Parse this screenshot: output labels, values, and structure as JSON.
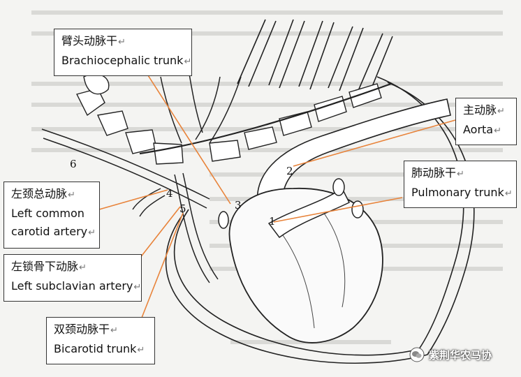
{
  "labels": {
    "brachiocephalic": {
      "zh": "臂头动脉干",
      "en": "Brachiocephalic trunk"
    },
    "aorta": {
      "zh": "主动脉",
      "en": "Aorta"
    },
    "pulmonary": {
      "zh": "肺动脉干",
      "en": "Pulmonary trunk"
    },
    "left_common_carotid": {
      "zh": "左颈总动脉",
      "en1": "Left common",
      "en2": "carotid artery"
    },
    "left_subclavian": {
      "zh": "左锁骨下动脉",
      "en": "Left subclavian artery"
    },
    "bicarotid": {
      "zh": "双颈动脉干",
      "en": "Bicarotid trunk"
    }
  },
  "paragraph_mark": "↵",
  "numbers": [
    "1",
    "2",
    "3",
    "4",
    "5",
    "6"
  ],
  "watermark": {
    "text": "紫荆华农马协",
    "icon": "wechat-icon"
  },
  "colors": {
    "leader_line": "#e8833a",
    "box_border": "#333333"
  }
}
